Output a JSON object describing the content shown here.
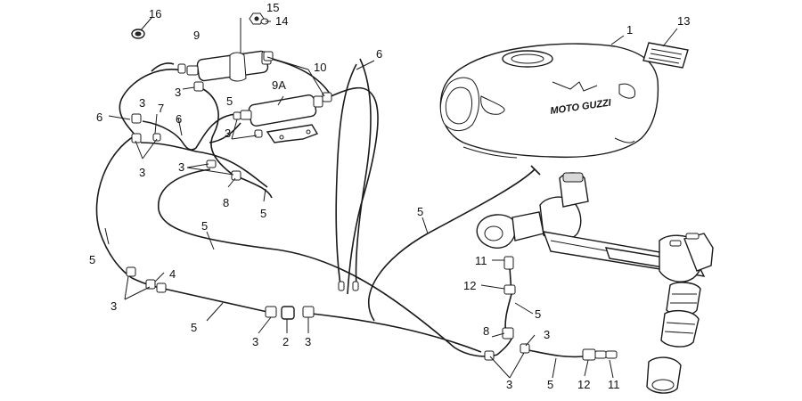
{
  "diagram": {
    "callouts": [
      {
        "id": "c-16",
        "text": "16"
      },
      {
        "id": "c-15",
        "text": "15"
      },
      {
        "id": "c-14",
        "text": "14"
      },
      {
        "id": "c-9",
        "text": "9"
      },
      {
        "id": "c-9a",
        "text": "9A"
      },
      {
        "id": "c-10",
        "text": "10"
      },
      {
        "id": "c-6a",
        "text": "6"
      },
      {
        "id": "c-6b",
        "text": "6"
      },
      {
        "id": "c-6c",
        "text": "6"
      },
      {
        "id": "c-1",
        "text": "1"
      },
      {
        "id": "c-13",
        "text": "13"
      },
      {
        "id": "c-3a",
        "text": "3"
      },
      {
        "id": "c-5a",
        "text": "5"
      },
      {
        "id": "c-3b",
        "text": "3"
      },
      {
        "id": "c-7",
        "text": "7"
      },
      {
        "id": "c-3c",
        "text": "3"
      },
      {
        "id": "c-3d",
        "text": "3"
      },
      {
        "id": "c-3e",
        "text": "3"
      },
      {
        "id": "c-8a",
        "text": "8"
      },
      {
        "id": "c-5b",
        "text": "5"
      },
      {
        "id": "c-5c",
        "text": "5"
      },
      {
        "id": "c-5d",
        "text": "5"
      },
      {
        "id": "c-5e",
        "text": "5"
      },
      {
        "id": "c-4",
        "text": "4"
      },
      {
        "id": "c-3f",
        "text": "3"
      },
      {
        "id": "c-5f",
        "text": "5"
      },
      {
        "id": "c-3g",
        "text": "3"
      },
      {
        "id": "c-2",
        "text": "2"
      },
      {
        "id": "c-3h",
        "text": "3"
      },
      {
        "id": "c-11a",
        "text": "11"
      },
      {
        "id": "c-12a",
        "text": "12"
      },
      {
        "id": "c-5g",
        "text": "5"
      },
      {
        "id": "c-8b",
        "text": "8"
      },
      {
        "id": "c-3i",
        "text": "3"
      },
      {
        "id": "c-3j",
        "text": "3"
      },
      {
        "id": "c-5h",
        "text": "5"
      },
      {
        "id": "c-12b",
        "text": "12"
      },
      {
        "id": "c-11b",
        "text": "11"
      }
    ],
    "tank_logo": "MOTO GUZZI"
  }
}
